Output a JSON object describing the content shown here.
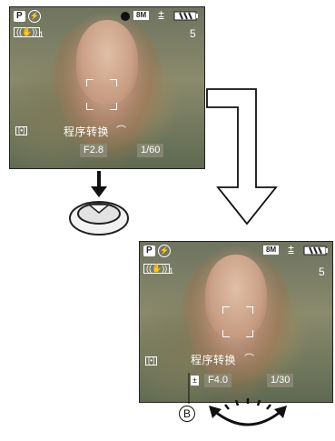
{
  "screen_a": {
    "mode": "P",
    "counter": "5",
    "resolution": "8M",
    "stabilizer_level": "1",
    "program_shift": "程序转换",
    "aperture": "F2.8",
    "shutter": "1/60"
  },
  "screen_b": {
    "mode": "P",
    "counter": "5",
    "resolution": "8M",
    "stabilizer_level": "1",
    "program_shift": "程序转换",
    "aperture": "F4.0",
    "shutter": "1/30"
  },
  "callout_label": "B",
  "icons": [
    "flash-off-icon",
    "record-dot-icon",
    "quality-icon",
    "battery-icon",
    "stabilizer-icon",
    "metering-icon",
    "program-shift-icon",
    "exposure-comp-icon",
    "shutter-button",
    "dial-arrows-icon"
  ]
}
